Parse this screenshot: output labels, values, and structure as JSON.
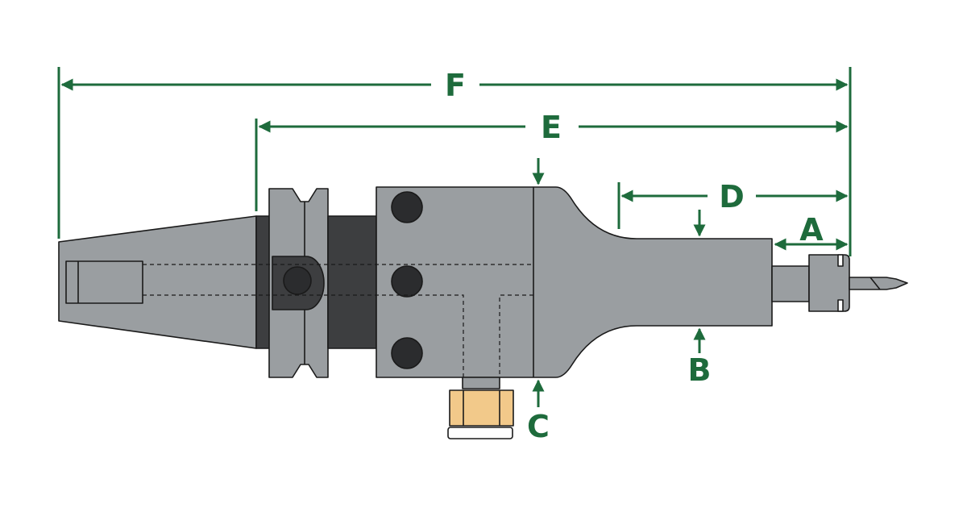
{
  "colors": {
    "dimension": "#1e6b3c",
    "body_gray": "#9a9ea1",
    "dark_gray": "#3d3e40",
    "hole": "#2b2c2e",
    "nut": "#f2c98a",
    "outline": "#1a1a1a",
    "background": "#ffffff"
  },
  "dimensions": {
    "a": "A",
    "b": "B",
    "c": "C",
    "d": "D",
    "e": "E",
    "f": "F"
  }
}
